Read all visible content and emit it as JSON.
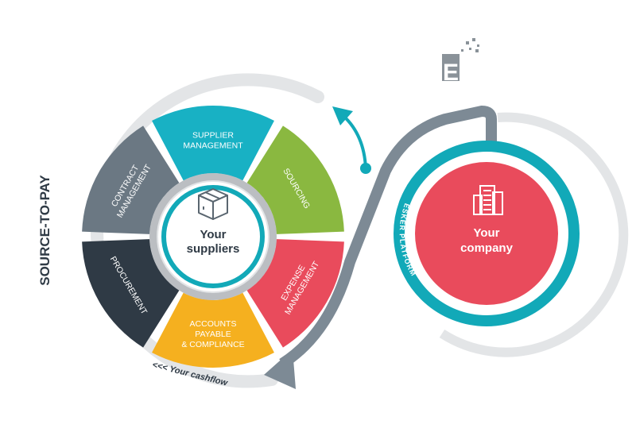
{
  "brand": {
    "name": "ESKER",
    "color": "#8a9299"
  },
  "source_to_pay": {
    "label": "SOURCE-TO-PAY"
  },
  "cashflow": {
    "label": "<<< Your cashflow"
  },
  "hub": {
    "line1": "Your",
    "line2": "suppliers",
    "icon": "box-icon"
  },
  "company": {
    "line1": "Your",
    "line2": "company",
    "icon": "building-icon"
  },
  "platform": {
    "label": "ESKER PLATFORM"
  },
  "segments": [
    {
      "id": "supplier-management",
      "lines": [
        "SUPPLIER",
        "MANAGEMENT"
      ],
      "color": "#18b1c4"
    },
    {
      "id": "sourcing",
      "lines": [
        "SOURCING"
      ],
      "color": "#8ab840"
    },
    {
      "id": "expense-management",
      "lines": [
        "EXPENSE",
        "MANAGEMENT"
      ],
      "color": "#e94b5c"
    },
    {
      "id": "accounts-payable",
      "lines": [
        "ACCOUNTS",
        "PAYABLE",
        "& COMPLIANCE"
      ],
      "color": "#f5b01f"
    },
    {
      "id": "procurement",
      "lines": [
        "PROCUREMENT"
      ],
      "color": "#2f3a45"
    },
    {
      "id": "contract-management",
      "lines": [
        "CONTRACT",
        "MANAGEMENT"
      ],
      "color": "#6b7883"
    }
  ],
  "colors": {
    "teal": "#12a9b8",
    "company_red": "#e94b5c",
    "ring_gray": "#e3e5e7",
    "arrow_gray": "#7d8a95"
  }
}
